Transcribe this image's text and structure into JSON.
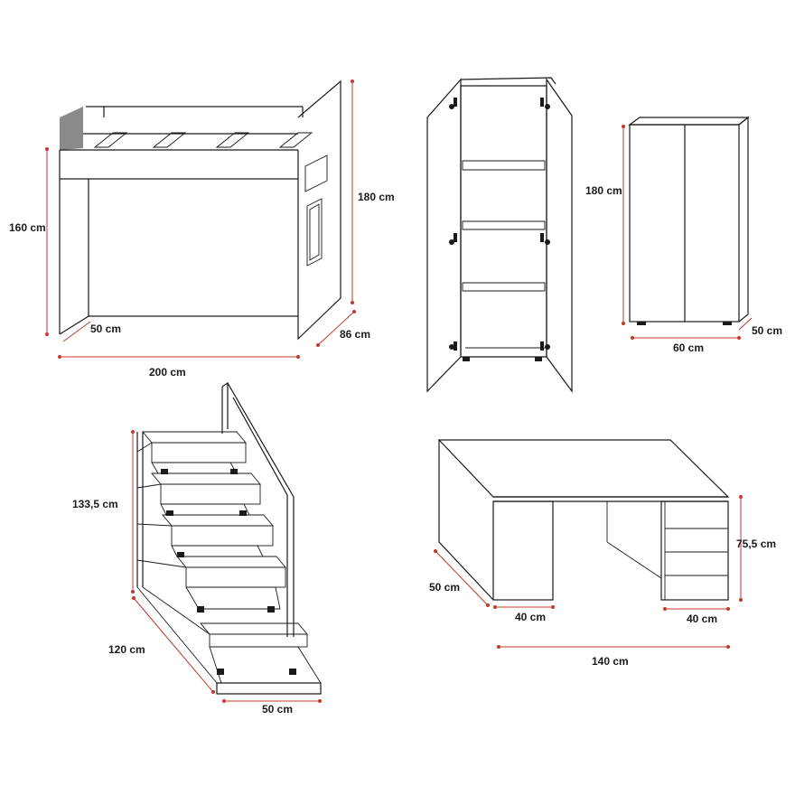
{
  "bunk_bed": {
    "dims": {
      "height_total": "180 cm",
      "height_bed": "160 cm",
      "depth": "86 cm",
      "inner_depth": "50 cm",
      "length": "200 cm"
    }
  },
  "open_wardrobe": {},
  "wardrobe": {
    "dims": {
      "height": "180 cm",
      "width": "60 cm",
      "depth": "50 cm"
    }
  },
  "stairs": {
    "dims": {
      "height": "133,5 cm",
      "depth": "120 cm",
      "width": "50 cm"
    }
  },
  "desk": {
    "dims": {
      "height": "75,5 cm",
      "depth": "50 cm",
      "left_cabinet": "40 cm",
      "right_cabinet": "40 cm",
      "length": "140 cm"
    }
  },
  "colors": {
    "outline": "#1a1a1a",
    "dimension_line": "#c0392b"
  }
}
